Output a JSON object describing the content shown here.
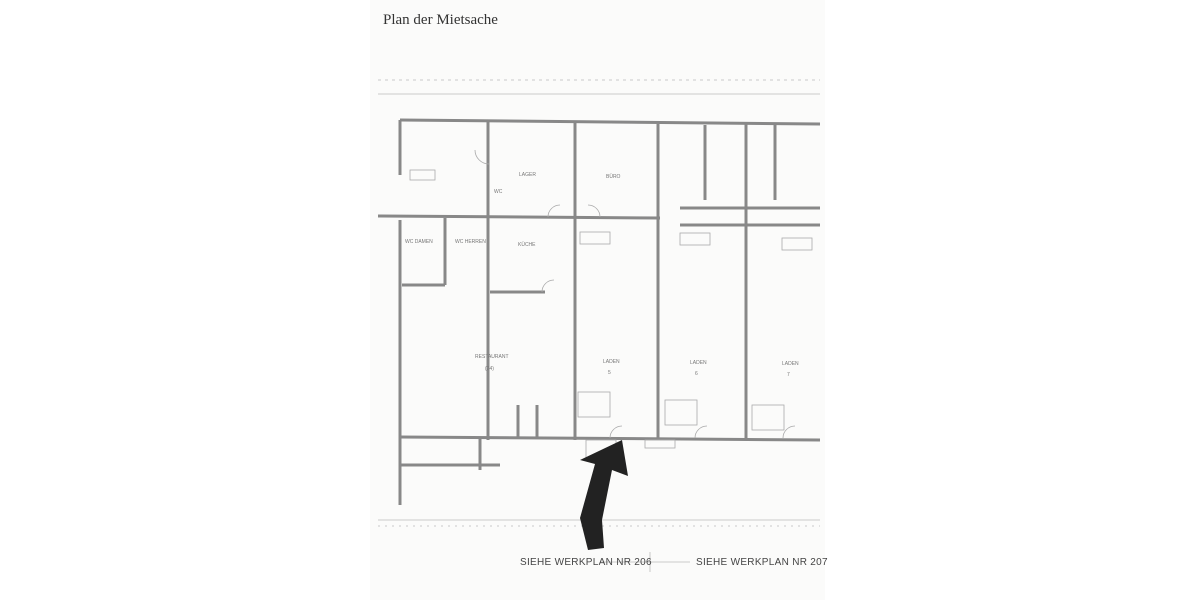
{
  "document": {
    "title": "Plan der Mietsache"
  },
  "floor_plan": {
    "rooms": [
      {
        "label": "RESTAURANT",
        "number": "(24)"
      },
      {
        "label": "LADEN",
        "number": "5"
      },
      {
        "label": "LADEN",
        "number": "6"
      },
      {
        "label": "LADEN",
        "number": "7"
      },
      {
        "label": "LAGER"
      },
      {
        "label": "BÜRO"
      },
      {
        "label": "KÜCHE"
      },
      {
        "label": "WC DAMEN"
      },
      {
        "label": "WC HERREN"
      },
      {
        "label": "WC"
      }
    ],
    "references": [
      "SIEHE WERKPLAN NR 206",
      "SIEHE WERKPLAN NR 207"
    ],
    "arrow_color": "#222222"
  }
}
